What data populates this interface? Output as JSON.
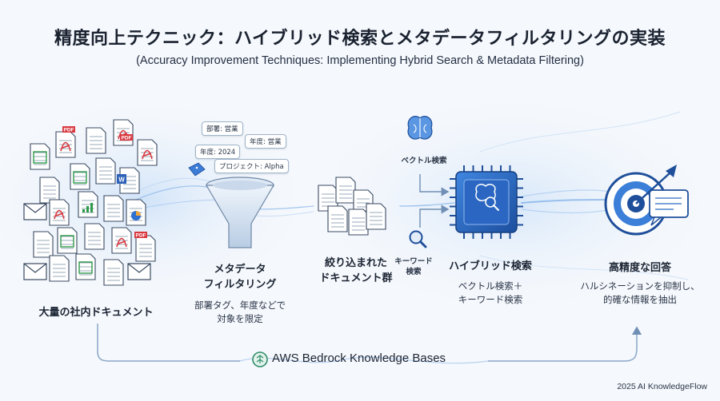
{
  "header": {
    "title": "精度向上テクニック：ハイブリッド検索とメタデータフィルタリングの実装",
    "subtitle": "(Accuracy Improvement Techniques: Implementing Hybrid Search & Metadata Filtering)"
  },
  "stages": {
    "documents": {
      "label": "大量の社内ドキュメント",
      "file_tags": [
        "PDF",
        "PDF",
        "PDF",
        "W"
      ]
    },
    "filtering": {
      "label_line1": "メタデータ",
      "label_line2": "フィルタリング",
      "desc_line1": "部署タグ、年度などで",
      "desc_line2": "対象を限定",
      "tags": [
        "部署: 営業",
        "年度: 営業",
        "年度: 2024",
        "プロジェクト: Alpha"
      ]
    },
    "narrowed": {
      "label_line1": "絞り込まれた",
      "label_line2": "ドキュメント群"
    },
    "hybrid": {
      "vector_label": "ベクトル検索",
      "keyword_label_line1": "キーワード",
      "keyword_label_line2": "検索",
      "label": "ハイブリッド検索",
      "desc_line1": "ベクトル検索＋",
      "desc_line2": "キーワード検索"
    },
    "answer": {
      "label": "高精度な回答",
      "desc_line1": "ハルシネーションを抑制し、",
      "desc_line2": "的確な情報を抽出"
    }
  },
  "footer": {
    "platform": "AWS Bedrock Knowledge Bases",
    "copyright": "2025 AI KnowledgeFlow"
  },
  "colors": {
    "accent": "#2e6fd0",
    "dark_blue": "#1f4f9a",
    "glow": "#bcd6f5",
    "pdf_red": "#d9363e",
    "sheet_green": "#2f9a4a",
    "word_blue": "#2b5fb8"
  }
}
